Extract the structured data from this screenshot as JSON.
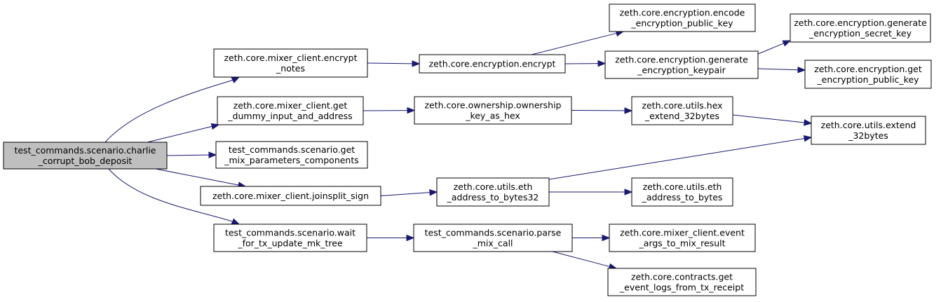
{
  "colors": {
    "node_fill": "#ffffff",
    "root_fill": "#bfbfbf",
    "node_stroke": "#000000",
    "edge": "#191970"
  },
  "nodes": [
    {
      "id": "n0",
      "lines": [
        "test_commands.scenario.charlie",
        "_corrupt_bob_deposit"
      ],
      "root": true
    },
    {
      "id": "n1",
      "lines": [
        "zeth.core.mixer_client.encrypt",
        "_notes"
      ]
    },
    {
      "id": "n2",
      "lines": [
        "zeth.core.mixer_client.get",
        "_dummy_input_and_address"
      ]
    },
    {
      "id": "n3",
      "lines": [
        "test_commands.scenario.get",
        "_mix_parameters_components"
      ]
    },
    {
      "id": "n4",
      "lines": [
        "zeth.core.mixer_client.joinsplit_sign"
      ]
    },
    {
      "id": "n5",
      "lines": [
        "test_commands.scenario.wait",
        "_for_tx_update_mk_tree"
      ]
    },
    {
      "id": "n6",
      "lines": [
        "zeth.core.encryption.encrypt"
      ]
    },
    {
      "id": "n7",
      "lines": [
        "zeth.core.ownership.ownership",
        "_key_as_hex"
      ]
    },
    {
      "id": "n8",
      "lines": [
        "zeth.core.utils.eth",
        "_address_to_bytes32"
      ]
    },
    {
      "id": "n9",
      "lines": [
        "test_commands.scenario.parse",
        "_mix_call"
      ]
    },
    {
      "id": "n10",
      "lines": [
        "zeth.core.encryption.encode",
        "_encryption_public_key"
      ]
    },
    {
      "id": "n11",
      "lines": [
        "zeth.core.encryption.generate",
        "_encryption_keypair"
      ]
    },
    {
      "id": "n12",
      "lines": [
        "zeth.core.utils.hex",
        "_extend_32bytes"
      ]
    },
    {
      "id": "n13",
      "lines": [
        "zeth.core.utils.eth",
        "_address_to_bytes"
      ]
    },
    {
      "id": "n14",
      "lines": [
        "zeth.core.mixer_client.event",
        "_args_to_mix_result"
      ]
    },
    {
      "id": "n15",
      "lines": [
        "zeth.core.contracts.get",
        "_event_logs_from_tx_receipt"
      ]
    },
    {
      "id": "n16",
      "lines": [
        "zeth.core.encryption.generate",
        "_encryption_secret_key"
      ]
    },
    {
      "id": "n17",
      "lines": [
        "zeth.core.encryption.get",
        "_encryption_public_key"
      ]
    },
    {
      "id": "n18",
      "lines": [
        "zeth.core.utils.extend",
        "_32bytes"
      ]
    }
  ],
  "edges": [
    {
      "from": "n0",
      "to": "n1"
    },
    {
      "from": "n0",
      "to": "n2"
    },
    {
      "from": "n0",
      "to": "n3"
    },
    {
      "from": "n0",
      "to": "n4"
    },
    {
      "from": "n0",
      "to": "n5"
    },
    {
      "from": "n1",
      "to": "n6"
    },
    {
      "from": "n6",
      "to": "n10"
    },
    {
      "from": "n6",
      "to": "n11"
    },
    {
      "from": "n11",
      "to": "n16"
    },
    {
      "from": "n11",
      "to": "n17"
    },
    {
      "from": "n2",
      "to": "n7"
    },
    {
      "from": "n7",
      "to": "n12"
    },
    {
      "from": "n12",
      "to": "n18"
    },
    {
      "from": "n4",
      "to": "n8"
    },
    {
      "from": "n8",
      "to": "n18"
    },
    {
      "from": "n8",
      "to": "n13"
    },
    {
      "from": "n5",
      "to": "n9"
    },
    {
      "from": "n9",
      "to": "n14"
    },
    {
      "from": "n9",
      "to": "n15"
    }
  ]
}
